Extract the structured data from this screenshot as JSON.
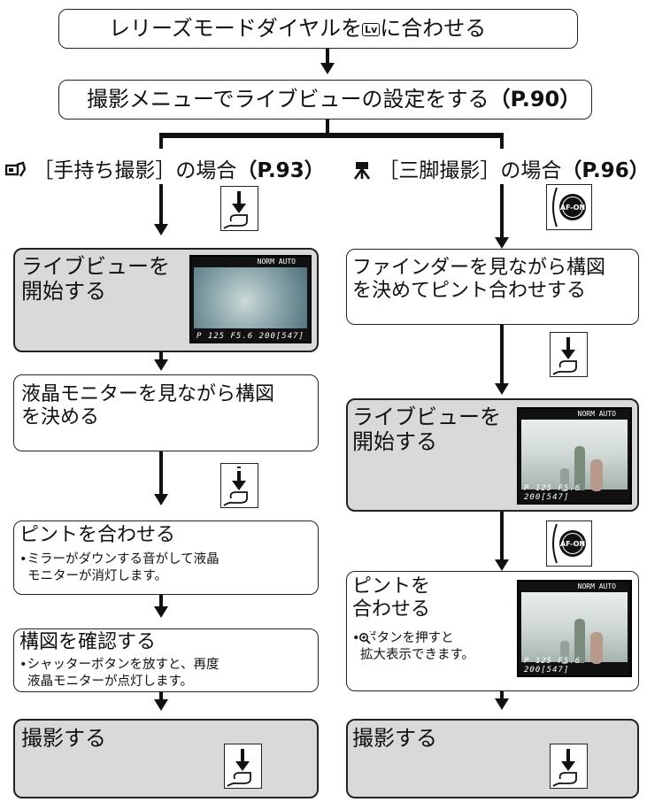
{
  "step1": {
    "text_before": "レリーズモードダイヤルを",
    "icon": "Lv",
    "text_after": "に合わせる"
  },
  "step2": {
    "text": "撮影メニューでライブビューの設定をする",
    "ref": "（P.90）"
  },
  "left": {
    "header_prefix": "［手持ち撮影］の場合",
    "header_ref": "（P.93）",
    "start": {
      "line1": "ライブビューを",
      "line2": "開始する"
    },
    "compose": {
      "line1": "液晶モニターを見ながら構図",
      "line2": "を決める"
    },
    "focus": {
      "title": "ピントを合わせる",
      "note1": "•ミラーがダウンする音がして液晶",
      "note2": "モニターが消灯します。"
    },
    "confirm": {
      "title": "構図を確認する",
      "note1": "•シャッターボタンを放すと、再度",
      "note2": "液晶モニターが点灯します。"
    },
    "shoot": "撮影する"
  },
  "right": {
    "header_prefix": "［三脚撮影］の場合",
    "header_ref": "（P.96）",
    "compose": {
      "line1": "ファインダーを見ながら構図",
      "line2": "を決めてピント合わせする"
    },
    "start": {
      "line1": "ライブビューを",
      "line2": "開始する"
    },
    "focus": {
      "line1": "ピントを",
      "line2": "合わせる",
      "note1": "• ボタンを押すと",
      "note2": "拡大表示できます。"
    },
    "shoot": "撮影する"
  },
  "lcd": {
    "top": "NORM AUTO",
    "bottom": "P 125 F5.6   200[547]"
  },
  "af_label": "AF-ON",
  "icons": [
    "handheld-icon",
    "tripod-icon",
    "shutter-press-icon",
    "af-on-button-icon",
    "zoom-icon"
  ]
}
